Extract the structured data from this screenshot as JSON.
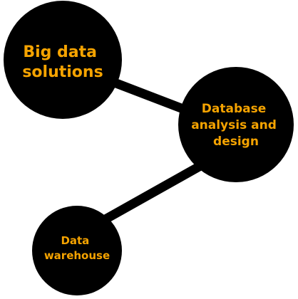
{
  "colors": {
    "node_fill": "#000000",
    "edge": "#000000",
    "label": "#f5a300",
    "background": "#ffffff"
  },
  "nodes": [
    {
      "id": "big-data",
      "lines": [
        "Big data",
        "solutions"
      ]
    },
    {
      "id": "database",
      "lines": [
        "Database",
        "analysis and",
        "design"
      ]
    },
    {
      "id": "warehouse",
      "lines": [
        "Data",
        "warehouse"
      ]
    }
  ],
  "edges": [
    {
      "from": "big-data",
      "to": "database"
    },
    {
      "from": "database",
      "to": "warehouse"
    }
  ]
}
